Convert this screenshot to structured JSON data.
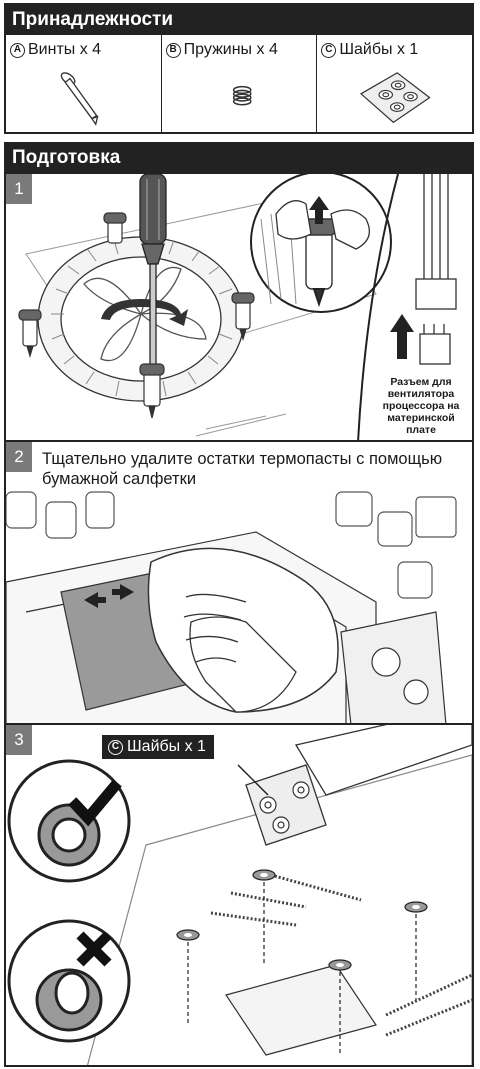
{
  "accessories": {
    "title": "Принадлежности",
    "items": [
      {
        "letter": "A",
        "label": "Винты x 4",
        "icon": "screw-icon"
      },
      {
        "letter": "B",
        "label": "Пружины x 4",
        "icon": "spring-icon"
      },
      {
        "letter": "C",
        "label": "Шайбы x 1",
        "icon": "washer-sheet-icon"
      }
    ]
  },
  "preparation": {
    "title": "Подготовка",
    "steps": [
      {
        "number": "1",
        "caption": "Разъем для вентилятора процессора на материнской плате"
      },
      {
        "number": "2",
        "text": "Тщательно удалите остатки термопасты с помощью бумажной салфетки"
      },
      {
        "number": "3",
        "callout_letter": "C",
        "callout_label": "Шайбы x 1"
      }
    ]
  },
  "icons": [
    "check-icon",
    "cross-icon",
    "washer-icon",
    "screwdriver-icon",
    "rotate-arrow-icon",
    "up-arrow-icon",
    "hand-icon"
  ],
  "colors": {
    "header_bg": "#222222",
    "badge_bg": "#7a7a7a",
    "line": "#333333"
  }
}
